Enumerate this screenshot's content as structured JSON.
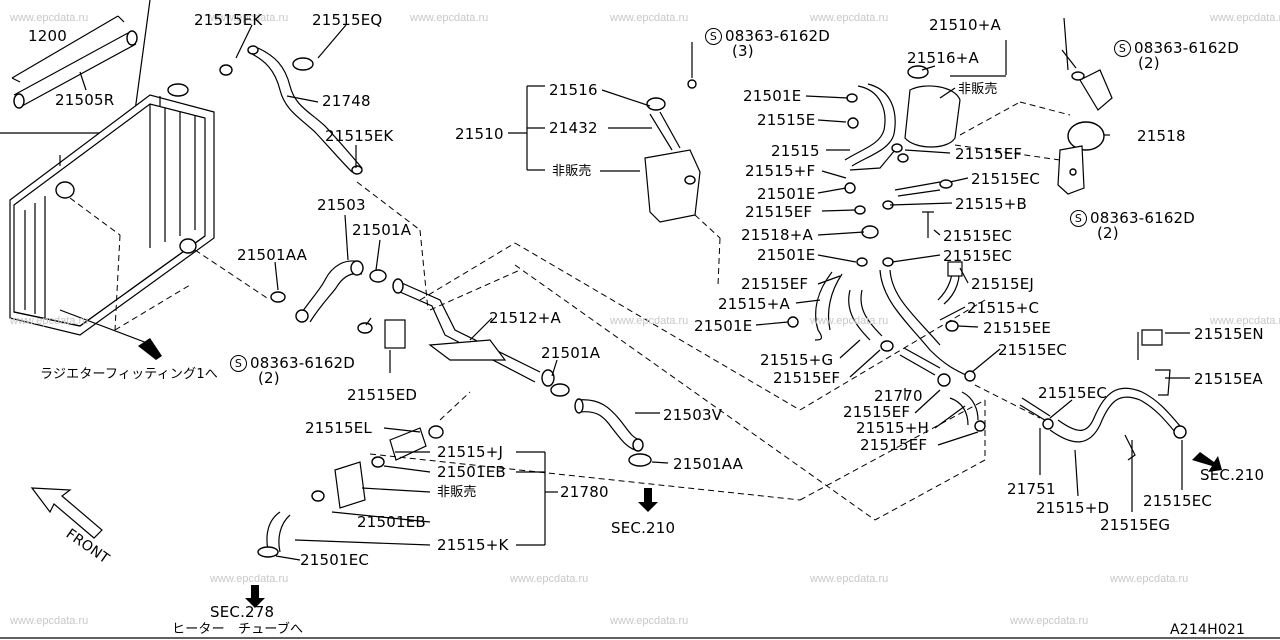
{
  "watermark": "www.epcdata.ru",
  "drawing_id": "A214H021",
  "front_label": "FRONT",
  "labels": {
    "p1200": "1200",
    "p21505R": "21505R",
    "p21515EK_top": "21515EK",
    "p21515EQ": "21515EQ",
    "p21748": "21748",
    "p21515EK_mid": "21515EK",
    "p21503": "21503",
    "p21501AA_l": "21501AA",
    "p21501A_l": "21501A",
    "p08363_l": "08363-6162D",
    "p08363_l_qty": "(2)",
    "radiator_fitting": "ラジエターフィッティング1へ",
    "p21515ED": "21515ED",
    "p21512A": "21512+A",
    "p21501A_m": "21501A",
    "p21503V": "21503V",
    "p21501AA_m": "21501AA",
    "sec210_m": "SEC.210",
    "p21515EL": "21515EL",
    "p21515J": "21515+J",
    "p21501EB_1": "21501EB",
    "not_sold_1": "非販売",
    "p21780": "21780",
    "p21501EB_2": "21501EB",
    "p21515K": "21515+K",
    "p21501EC_b": "21501EC",
    "sec278": "SEC.278",
    "heater_tube": "ヒーター　チューブへ",
    "p21516": "21516",
    "p21510": "21510",
    "p21432": "21432",
    "not_sold_2": "非販売",
    "p08363_t": "08363-6162D",
    "p08363_t_qty": "(3)",
    "p21510A": "21510+A",
    "p21516A": "21516+A",
    "not_sold_3": "非販売",
    "p21501E_1": "21501E",
    "p21515E": "21515E",
    "p21515": "21515",
    "p21515F": "21515+F",
    "p21501E_2": "21501E",
    "p21515EF_1": "21515EF",
    "p21518A": "21518+A",
    "p21501E_3": "21501E",
    "p21515EF_2": "21515EF",
    "p21515A": "21515+A",
    "p21501E_4": "21501E",
    "p21515G": "21515+G",
    "p21515EF_3": "21515EF",
    "p21770": "21770",
    "p21515EF_4": "21515EF",
    "p21515H": "21515+H",
    "p21515EF_5": "21515EF",
    "p21515EF_r": "21515EF",
    "p21515EC_1": "21515EC",
    "p21515B": "21515+B",
    "p21515EC_2": "21515EC",
    "p21515EC_3": "21515EC",
    "p21515EJ": "21515EJ",
    "p21515C": "21515+C",
    "p21515EE": "21515EE",
    "p21515EC_4": "21515EC",
    "p08363_r1": "08363-6162D",
    "p08363_r1_qty": "(2)",
    "p21518": "21518",
    "p08363_r2": "08363-6162D",
    "p08363_r2_qty": "(2)",
    "p21515EN": "21515EN",
    "p21515EA": "21515EA",
    "p21515EC_5": "21515EC",
    "p21751": "21751",
    "p21515D": "21515+D",
    "p21515EG": "21515EG",
    "p21515EC_6": "21515EC",
    "sec210_r": "SEC.210",
    "screw_mark": "S"
  }
}
